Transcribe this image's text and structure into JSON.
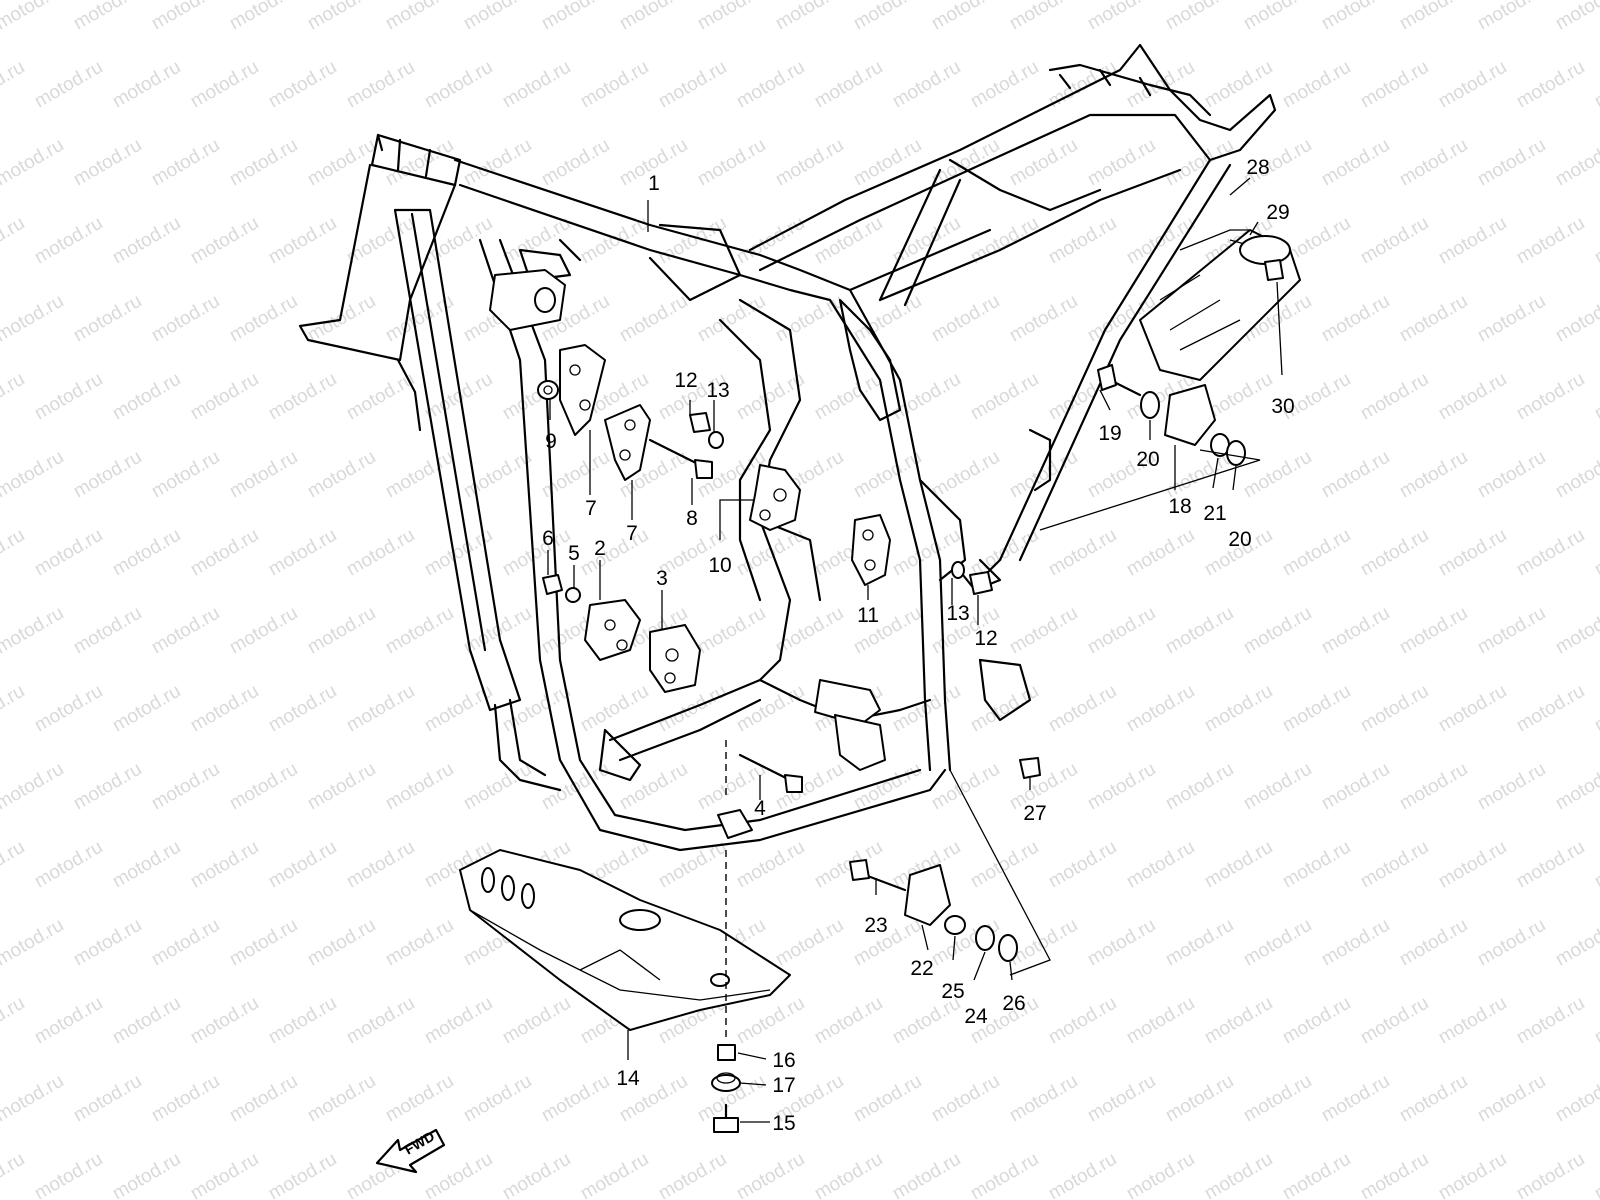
{
  "watermark": {
    "text": "motod.ru"
  },
  "fwd_label": "FWD",
  "callouts": [
    {
      "id": "c1",
      "text": "1"
    },
    {
      "id": "c2",
      "text": "2"
    },
    {
      "id": "c3",
      "text": "3"
    },
    {
      "id": "c4",
      "text": "4"
    },
    {
      "id": "c5",
      "text": "5"
    },
    {
      "id": "c6",
      "text": "6"
    },
    {
      "id": "c7a",
      "text": "7"
    },
    {
      "id": "c7b",
      "text": "7"
    },
    {
      "id": "c8",
      "text": "8"
    },
    {
      "id": "c9",
      "text": "9"
    },
    {
      "id": "c10",
      "text": "10"
    },
    {
      "id": "c11",
      "text": "11"
    },
    {
      "id": "c12a",
      "text": "12"
    },
    {
      "id": "c12b",
      "text": "12"
    },
    {
      "id": "c13a",
      "text": "13"
    },
    {
      "id": "c13b",
      "text": "13"
    },
    {
      "id": "c14",
      "text": "14"
    },
    {
      "id": "c15",
      "text": "15"
    },
    {
      "id": "c16",
      "text": "16"
    },
    {
      "id": "c17",
      "text": "17"
    },
    {
      "id": "c18",
      "text": "18"
    },
    {
      "id": "c19",
      "text": "19"
    },
    {
      "id": "c20a",
      "text": "20"
    },
    {
      "id": "c20b",
      "text": "20"
    },
    {
      "id": "c21",
      "text": "21"
    },
    {
      "id": "c22",
      "text": "22"
    },
    {
      "id": "c23",
      "text": "23"
    },
    {
      "id": "c24",
      "text": "24"
    },
    {
      "id": "c25",
      "text": "25"
    },
    {
      "id": "c26",
      "text": "26"
    },
    {
      "id": "c27",
      "text": "27"
    },
    {
      "id": "c28",
      "text": "28"
    },
    {
      "id": "c29",
      "text": "29"
    },
    {
      "id": "c30",
      "text": "30"
    }
  ]
}
